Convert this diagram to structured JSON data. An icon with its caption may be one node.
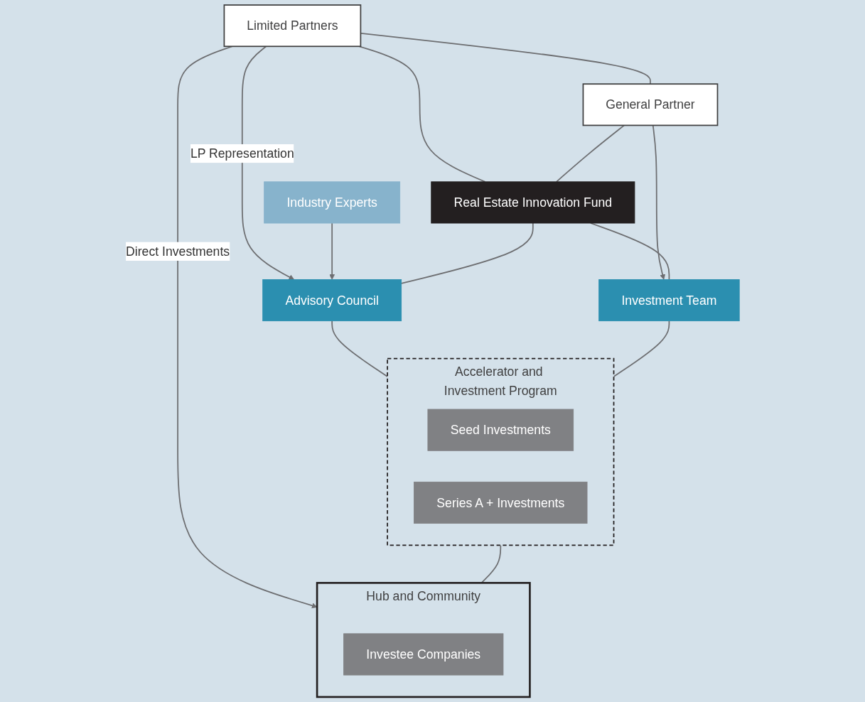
{
  "diagram": {
    "nodes": [
      {
        "text": [
          "Limited Partners"
        ]
      },
      {
        "text": [
          "General Partner"
        ]
      },
      {
        "text": [
          "Real Estate Innovation Fund"
        ]
      },
      {
        "text": [
          "Industry Experts"
        ]
      },
      {
        "text": [
          "Advisory Council"
        ]
      },
      {
        "text": [
          "Investment Team"
        ]
      },
      {
        "text": [
          "Accelerator and Investment Program"
        ]
      },
      {
        "text": [
          "Seed Investments"
        ],
        "in": 6
      },
      {
        "text": [
          "Series A + Investments"
        ],
        "in": 6
      },
      {
        "text": [
          "Hub and Community"
        ]
      },
      {
        "text": [
          "Investee Companies"
        ],
        "in": 9
      }
    ],
    "edges": [
      {
        "from": 0,
        "to": 1,
        "arrow": "none"
      },
      {
        "from": 0,
        "to": 2,
        "arrow": "none"
      },
      {
        "from": 1,
        "to": 2,
        "arrow": "none"
      },
      {
        "from": 0,
        "to": 4,
        "arrow": "to",
        "label": "LP Representation"
      },
      {
        "from": 3,
        "to": 4,
        "arrow": "to"
      },
      {
        "from": 0,
        "to": 9,
        "arrow": "to",
        "label": "Direct Investments"
      },
      {
        "from": 1,
        "to": 5,
        "arrow": "to"
      },
      {
        "from": 2,
        "to": 4,
        "arrow": "none"
      },
      {
        "from": 2,
        "to": 5,
        "arrow": "none"
      },
      {
        "from": 4,
        "to": 6,
        "arrow": "none"
      },
      {
        "from": 5,
        "to": 6,
        "arrow": "none"
      },
      {
        "from": 6,
        "to": 9,
        "arrow": "none"
      }
    ]
  }
}
